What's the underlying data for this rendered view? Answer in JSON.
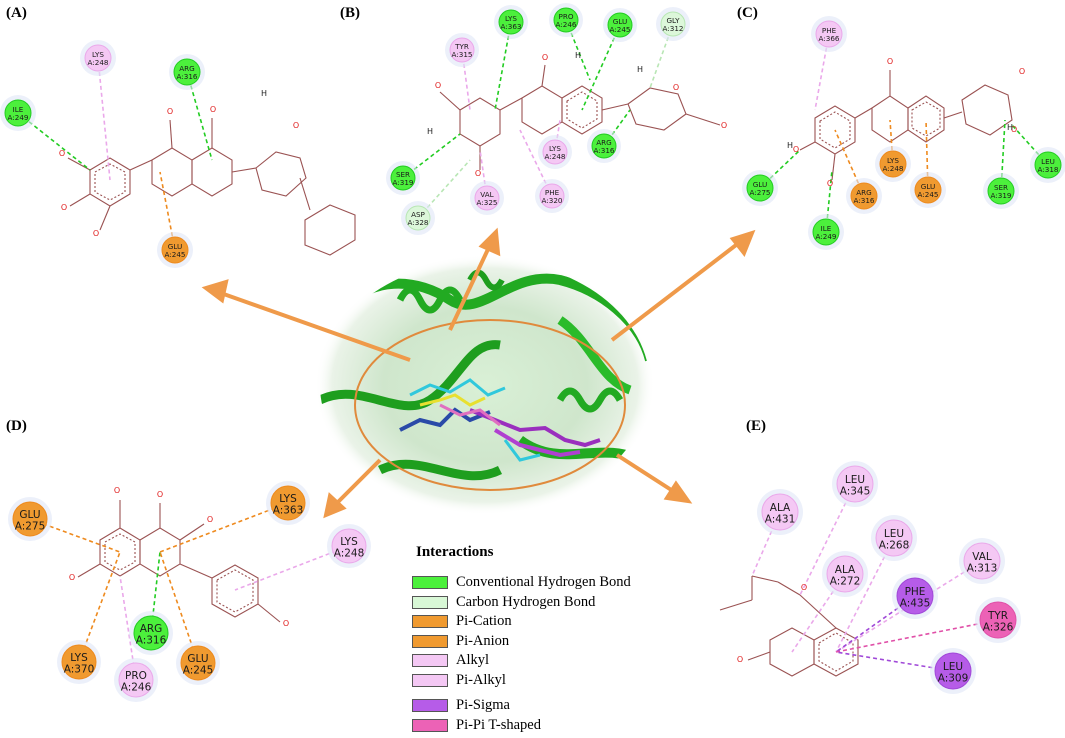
{
  "panels": {
    "A": {
      "label": "(A)"
    },
    "B": {
      "label": "(B)"
    },
    "C": {
      "label": "(C)"
    },
    "D": {
      "label": "(D)"
    },
    "E": {
      "label": "(E)"
    }
  },
  "legend": {
    "title": "Interactions",
    "items": [
      {
        "label": "Conventional Hydrogen Bond",
        "color": "#4cf03c"
      },
      {
        "label": "Carbon Hydrogen Bond",
        "color": "#d8f8d6"
      },
      {
        "label": "Pi-Cation",
        "color": "#f09a30"
      },
      {
        "label": "Pi-Anion",
        "color": "#f09a30"
      },
      {
        "label": "Alkyl",
        "color": "#f4c8f4"
      },
      {
        "label": "Pi-Alkyl",
        "color": "#f4c8f4"
      },
      {
        "label": "Pi-Sigma",
        "color": "#b65ce8"
      },
      {
        "label": "Pi-Pi T-shaped",
        "color": "#ec62b6"
      }
    ]
  },
  "residues": {
    "A": [
      {
        "name": "LYS",
        "num": "A:248",
        "type": "alkyl"
      },
      {
        "name": "ARG",
        "num": "A:316",
        "type": "hbond"
      },
      {
        "name": "ILE",
        "num": "A:249",
        "type": "hbond"
      },
      {
        "name": "GLU",
        "num": "A:245",
        "type": "pianion"
      }
    ],
    "B": [
      {
        "name": "LYS",
        "num": "A:363",
        "type": "hbond"
      },
      {
        "name": "PRO",
        "num": "A:246",
        "type": "hbond"
      },
      {
        "name": "GLU",
        "num": "A:245",
        "type": "hbond"
      },
      {
        "name": "GLY",
        "num": "A:312",
        "type": "chbond"
      },
      {
        "name": "TYR",
        "num": "A:315",
        "type": "alkyl"
      },
      {
        "name": "SER",
        "num": "A:319",
        "type": "hbond"
      },
      {
        "name": "LYS",
        "num": "A:248",
        "type": "alkyl"
      },
      {
        "name": "ARG",
        "num": "A:316",
        "type": "hbond"
      },
      {
        "name": "VAL",
        "num": "A:325",
        "type": "alkyl"
      },
      {
        "name": "PHE",
        "num": "A:320",
        "type": "alkyl"
      },
      {
        "name": "ASP",
        "num": "A:328",
        "type": "chbond"
      }
    ],
    "C": [
      {
        "name": "PHE",
        "num": "A:366",
        "type": "alkyl"
      },
      {
        "name": "GLU",
        "num": "A:275",
        "type": "hbond"
      },
      {
        "name": "ILE",
        "num": "A:249",
        "type": "hbond"
      },
      {
        "name": "ARG",
        "num": "A:316",
        "type": "pication"
      },
      {
        "name": "LYS",
        "num": "A:248",
        "type": "pication"
      },
      {
        "name": "GLU",
        "num": "A:245",
        "type": "pianion"
      },
      {
        "name": "SER",
        "num": "A:319",
        "type": "hbond"
      },
      {
        "name": "LEU",
        "num": "A:318",
        "type": "hbond"
      }
    ],
    "D": [
      {
        "name": "GLU",
        "num": "A:275",
        "type": "pianion"
      },
      {
        "name": "LYS",
        "num": "A:363",
        "type": "pication"
      },
      {
        "name": "LYS",
        "num": "A:248",
        "type": "alkyl"
      },
      {
        "name": "LYS",
        "num": "A:370",
        "type": "pication"
      },
      {
        "name": "ARG",
        "num": "A:316",
        "type": "hbond"
      },
      {
        "name": "GLU",
        "num": "A:245",
        "type": "pianion"
      },
      {
        "name": "PRO",
        "num": "A:246",
        "type": "alkyl"
      }
    ],
    "E": [
      {
        "name": "LEU",
        "num": "A:345",
        "type": "alkyl"
      },
      {
        "name": "ALA",
        "num": "A:431",
        "type": "alkyl"
      },
      {
        "name": "LEU",
        "num": "A:268",
        "type": "alkyl"
      },
      {
        "name": "VAL",
        "num": "A:313",
        "type": "alkyl"
      },
      {
        "name": "ALA",
        "num": "A:272",
        "type": "alkyl"
      },
      {
        "name": "PHE",
        "num": "A:435",
        "type": "pisigma"
      },
      {
        "name": "TYR",
        "num": "A:326",
        "type": "pipi"
      },
      {
        "name": "LEU",
        "num": "A:309",
        "type": "pisigma"
      }
    ]
  },
  "atoms": {
    "oxygen": "O",
    "hydrogen": "H"
  },
  "colors": {
    "arrow": "#ef9a4a",
    "protein": "#2fbf2f",
    "hbond": "#4cf03c",
    "chbond": "#dcf7da",
    "orange": "#f09a30",
    "alkyl": "#f4c8f4",
    "pisigma": "#b65ce8",
    "pipi": "#ec62b6"
  }
}
